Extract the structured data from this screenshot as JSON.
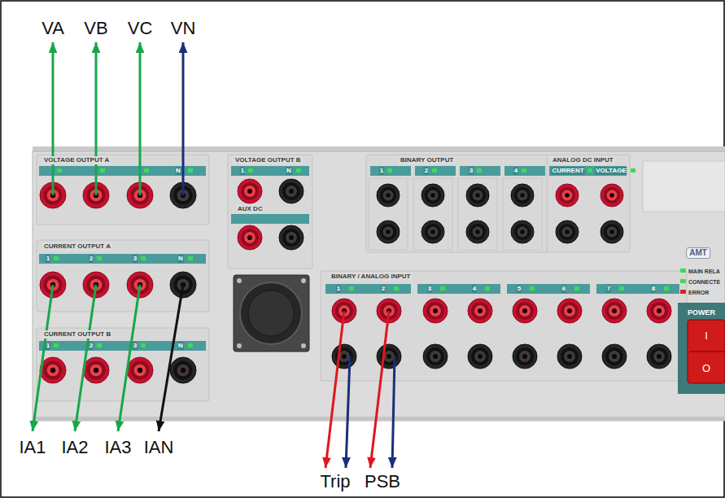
{
  "diagram": {
    "labels": [
      "VA",
      "VB",
      "VC",
      "VN",
      "VOLTAGE OUTPUT A",
      "N",
      "VOLTAGE OUTPUT B",
      "1",
      "N",
      "AUX DC",
      "BINARY OUTPUT",
      "1",
      "2",
      "3",
      "4",
      "ANALOG DC INPUT",
      "CURRENT",
      "VOLTAGE",
      "CURRENT OUTPUT A",
      "1",
      "2",
      "3",
      "N",
      "CURRENT OUTPUT B",
      "1",
      "2",
      "3",
      "N",
      "BINARY / ANALOG INPUT",
      "1",
      "2",
      "3",
      "4",
      "5",
      "6",
      "7",
      "8",
      "AMT",
      "MAIN RELA",
      "CONNECTE",
      "ERROR",
      "POWER",
      "I",
      "O",
      "IA1",
      "IA2",
      "IA3",
      "IAN",
      "Trip",
      "PSB"
    ]
  }
}
